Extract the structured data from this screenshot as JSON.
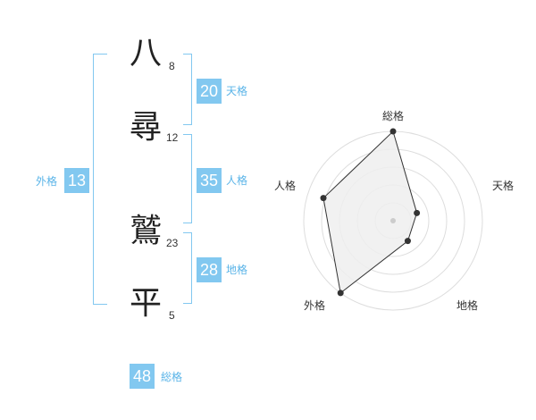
{
  "name_chars": [
    {
      "char": "八",
      "strokes": "8"
    },
    {
      "char": "尋",
      "strokes": "12"
    },
    {
      "char": "鷲",
      "strokes": "23"
    },
    {
      "char": "平",
      "strokes": "5"
    }
  ],
  "kakusu": {
    "tenkaku": {
      "value": "20",
      "label": "天格"
    },
    "jinkaku": {
      "value": "35",
      "label": "人格"
    },
    "chikaku": {
      "value": "28",
      "label": "地格"
    },
    "gaikaku": {
      "value": "13",
      "label": "外格"
    },
    "soukaku": {
      "value": "48",
      "label": "総格"
    }
  },
  "chart_data": {
    "type": "radar",
    "axes": [
      "総格",
      "天格",
      "地格",
      "外格",
      "人格"
    ],
    "values": [
      5,
      1,
      1,
      5,
      4
    ],
    "range": [
      0,
      5
    ],
    "rings": 5,
    "series_color": "#333333",
    "fill_color": "#eeeeee"
  }
}
